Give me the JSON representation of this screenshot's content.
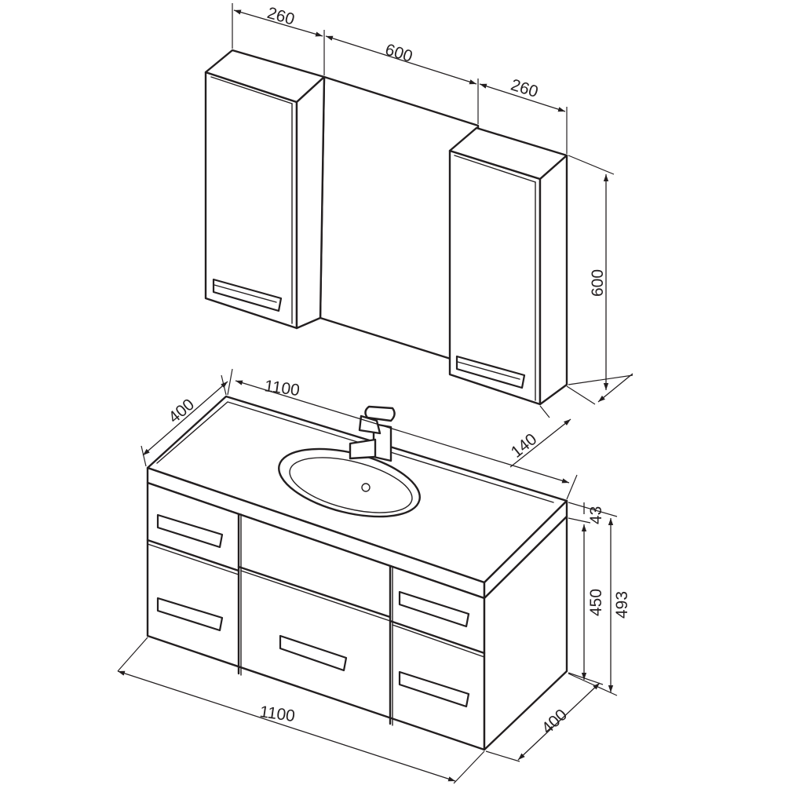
{
  "mirror_cabinet": {
    "left_cabinet_width": "260",
    "mirror_width": "600",
    "right_cabinet_width": "260",
    "height": "600",
    "depth": "140"
  },
  "vanity": {
    "top_width": "1100",
    "top_depth": "400",
    "bottom_width": "1100",
    "bottom_depth": "400",
    "countertop_thickness": "43",
    "body_height": "450",
    "total_height": "493"
  }
}
